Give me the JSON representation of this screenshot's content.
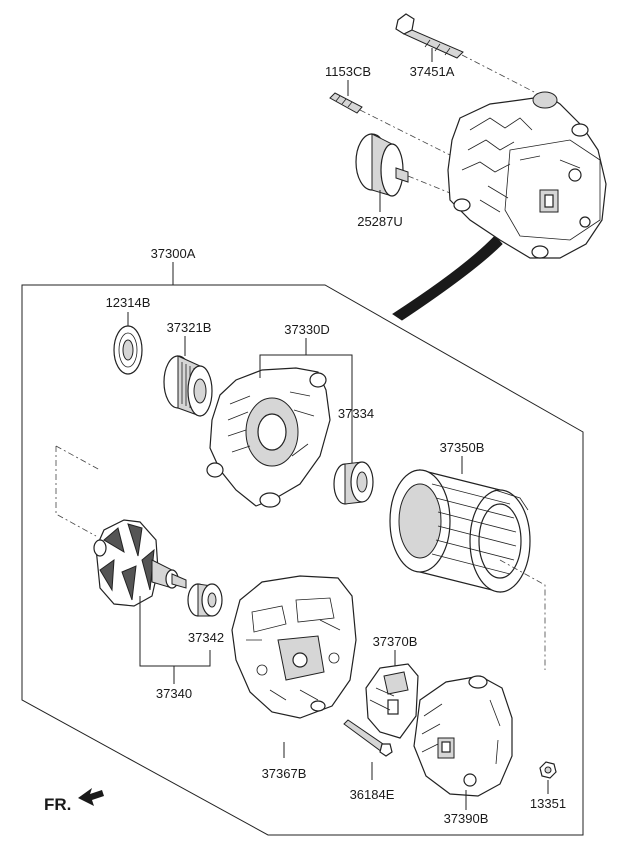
{
  "parts": {
    "p37451A": "37451A",
    "p1153CB": "1153CB",
    "p25287U": "25287U",
    "p37300A": "37300A",
    "p12314B": "12314B",
    "p37321B": "37321B",
    "p37330D": "37330D",
    "p37334": "37334",
    "p37350B": "37350B",
    "p37342": "37342",
    "p37340": "37340",
    "p37370B": "37370B",
    "p37367B": "37367B",
    "p36184E": "36184E",
    "p37390B": "37390B",
    "p13351": "13351"
  },
  "direction_marker": "FR.",
  "icons": [
    "bolt-icon",
    "stud-icon",
    "pulley-icon",
    "alternator-assembly-icon",
    "seal-ring-icon",
    "clutch-pulley-icon",
    "front-bracket-icon",
    "bearing-icon",
    "stator-icon",
    "rotor-icon",
    "rear-bearing-icon",
    "rear-bracket-icon",
    "brush-holder-icon",
    "through-bolt-icon",
    "rear-cover-icon",
    "nut-icon",
    "forward-arrow-icon"
  ]
}
